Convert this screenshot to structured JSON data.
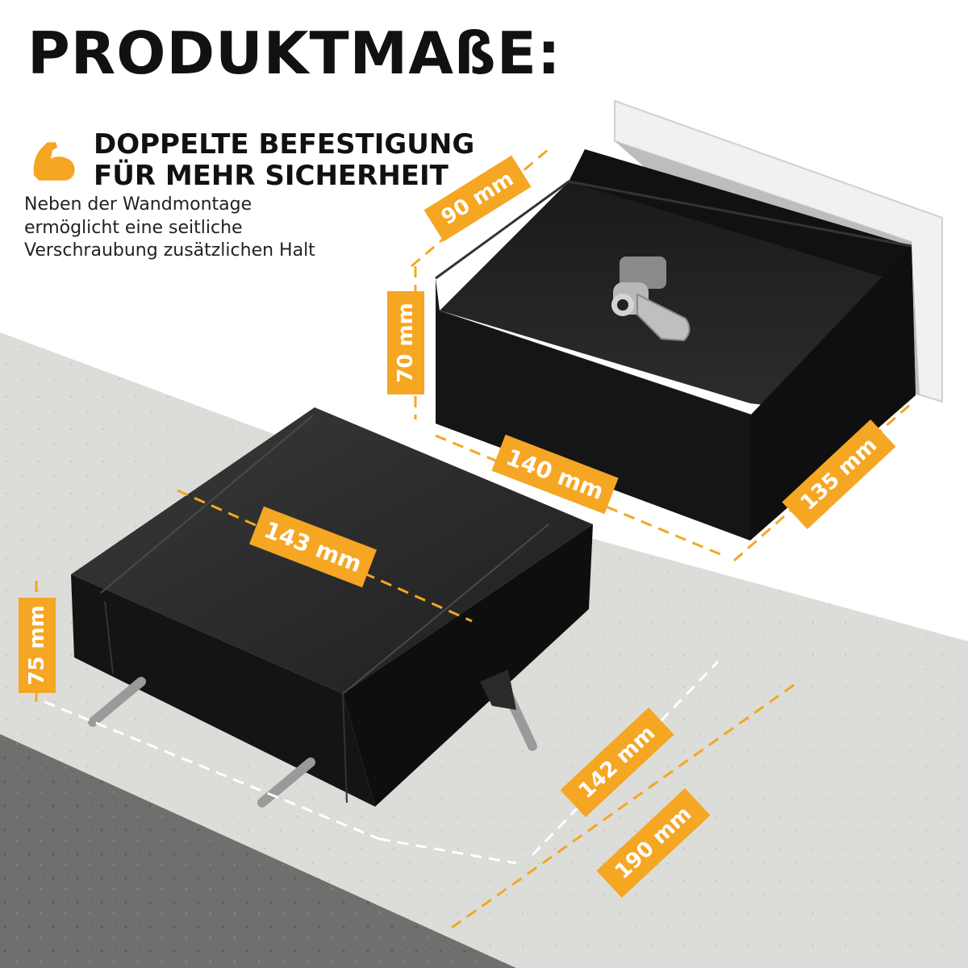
{
  "title": "PRODUKTMAßE:",
  "feature": {
    "icon": "flexed-bicep-icon",
    "headline_lines": [
      "DOPPELTE BEFESTIGUNG",
      "FÜR MEHR SICHERHEIT"
    ],
    "description_lines": [
      "Neben der Wandmontage",
      "ermöglicht eine seitliche",
      "Verschraubung zusätzlichen Halt"
    ]
  },
  "dimensions": {
    "box_depth": "90 mm",
    "box_height": "70 mm",
    "box_width": "140 mm",
    "box_side": "135 mm",
    "lid_width": "143 mm",
    "lid_height": "75 mm",
    "lid_depth_inner": "142 mm",
    "lid_depth_outer": "190 mm"
  },
  "colors": {
    "accent": "#F5A623",
    "box": "#1c1c1c",
    "box_top": "#2a2a2a",
    "concrete": "#d9d9d6",
    "concrete_dark": "#6b6b69"
  }
}
